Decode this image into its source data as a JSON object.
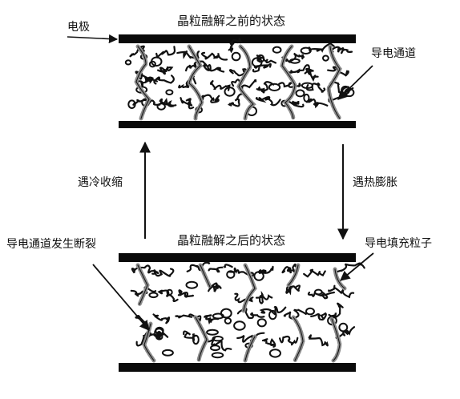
{
  "diagram": {
    "top_title": "晶粒融解之前的状态",
    "bottom_title": "晶粒融解之后的状态",
    "labels": {
      "electrode": "电极",
      "conductive_path": "导电通道",
      "cooling_shrink": "遇冷收缩",
      "heating_expand": "遇热膨胀",
      "path_break": "导电通道发生断裂",
      "conductive_filler": "导电填充粒子"
    }
  },
  "colors": {
    "ink": "#111111",
    "plate": "#0a0a0a",
    "chain": "#8c8c8c"
  }
}
